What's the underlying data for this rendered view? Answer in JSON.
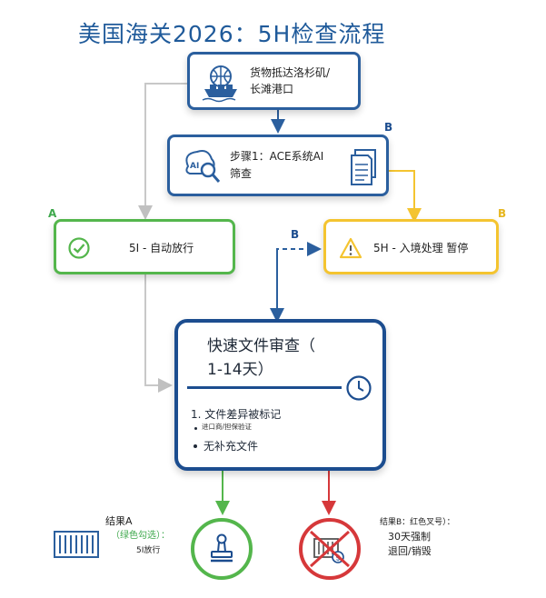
{
  "title": "美国海关2026：5H检查流程",
  "nodes": {
    "port": {
      "line1": "货物抵达洛杉矶/",
      "line2": "长滩港口",
      "icon": "cargo-ship-icon"
    },
    "ace": {
      "line1": "步骤1：ACE系统AI",
      "line2": "筛查",
      "icon": "ai-scan-icon",
      "doc_icon": "documents-icon"
    },
    "release": {
      "text": "5I - 自动放行",
      "icon": "check-circle-icon"
    },
    "hold": {
      "text": "5H - 入境处理 暂停",
      "icon": "warning-icon"
    },
    "review": {
      "title_line1": "快速文件审查（",
      "title_line2": "1-14天）",
      "item1": "1. 文件差异被标记",
      "item1_sub": "进口商/担保验证",
      "item2": "无补充文件",
      "icon": "clock-icon"
    }
  },
  "branch_labels": {
    "a_left": "A",
    "b_top": "B",
    "b_mid": "B",
    "b_right": "B"
  },
  "outcomes": {
    "a": {
      "title": "结果A",
      "subtitle": "（绿色勾选）：",
      "desc": "5I放行",
      "icon": "stamp-icon",
      "container_icon": "container-icon"
    },
    "b": {
      "title": "结果B：红色叉号）：",
      "desc1": "30天强制",
      "desc2": "退回/销毁",
      "icon": "crossed-container-icon"
    }
  },
  "colors": {
    "blue": "#1c4d8f",
    "green": "#54b64c",
    "yellow": "#f4c430",
    "red": "#d6383a",
    "gray_arrow": "#c8c8c8"
  }
}
